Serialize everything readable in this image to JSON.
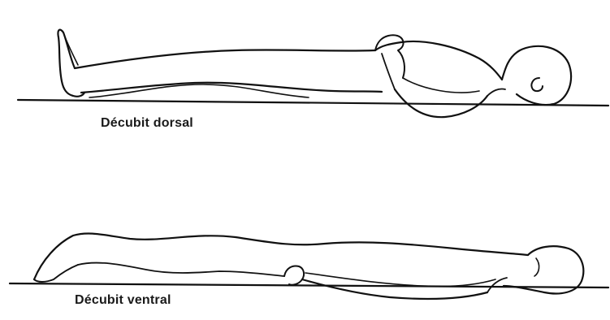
{
  "figures": [
    {
      "id": "dorsal",
      "label": "Décubit dorsal"
    },
    {
      "id": "ventral",
      "label": "Décubit ventral"
    }
  ]
}
